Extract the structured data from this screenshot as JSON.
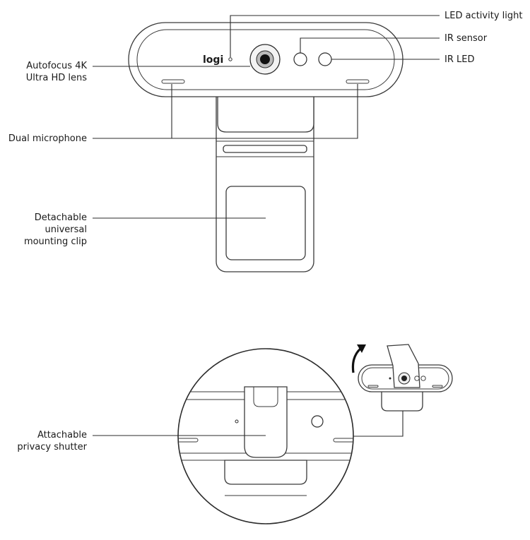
{
  "labels": {
    "led_activity_light": "LED activity light",
    "ir_sensor": "IR sensor",
    "ir_led": "IR LED",
    "lens": [
      "Autofocus 4K",
      "Ultra HD lens"
    ],
    "dual_microphone": "Dual microphone",
    "mounting_clip": [
      "Detachable",
      "universal",
      "mounting clip"
    ],
    "privacy_shutter": [
      "Attachable",
      "privacy shutter"
    ]
  },
  "logo_text": "logi"
}
